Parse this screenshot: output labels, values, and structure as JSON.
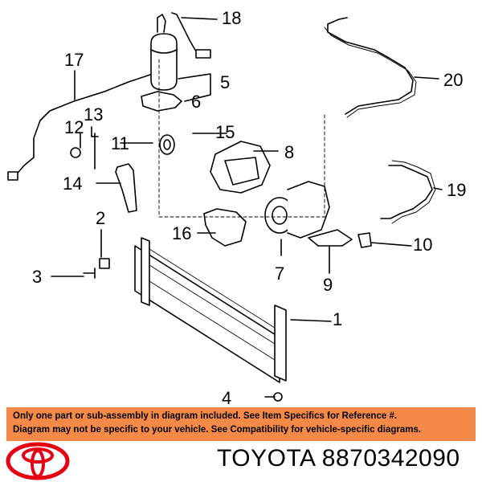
{
  "diagram": {
    "callouts": [
      "1",
      "2",
      "3",
      "4",
      "5",
      "6",
      "7",
      "8",
      "9",
      "10",
      "11",
      "12",
      "13",
      "14",
      "15",
      "16",
      "17",
      "18",
      "19",
      "20"
    ]
  },
  "notice": {
    "line1": "Only one part or sub-assembly in diagram included. See Item Specifics for Reference #.",
    "line2": "Diagram may not be specific to your vehicle. See Compatibility for vehicle-specific diagrams."
  },
  "footer": {
    "brand": "TOYOTA",
    "part_number": "8870342090"
  },
  "colors": {
    "notice_bg": "#f58a48",
    "logo": "#e60012"
  }
}
